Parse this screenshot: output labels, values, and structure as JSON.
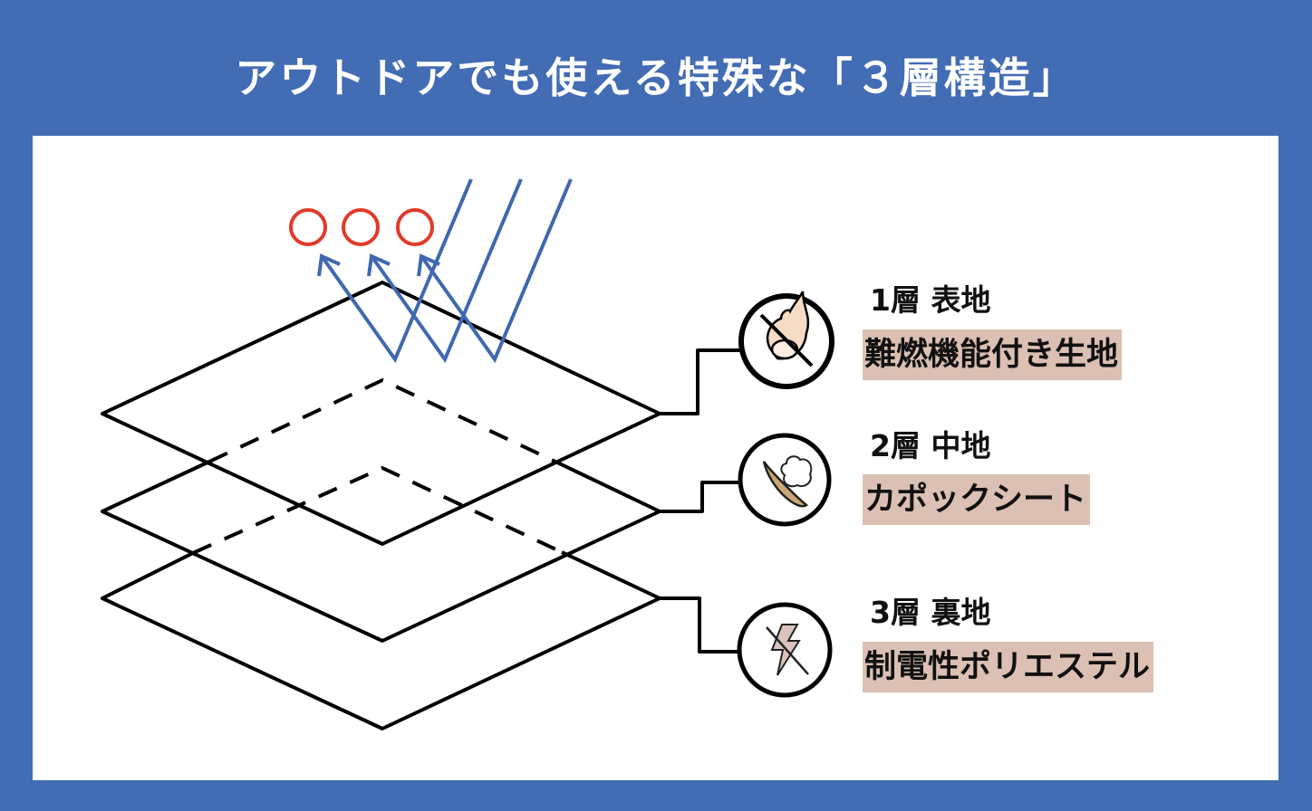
{
  "title": "アウトドアでも使える特殊な「３層構造」",
  "colors": {
    "background": "#426cb4",
    "arrow": "#4068b0",
    "circle_mark": "#e03a2a",
    "label_highlight": "#dcc0b3"
  },
  "layers": [
    {
      "title": "1層 表地",
      "material": "難燃機能付き生地",
      "icon": "no-fire-icon"
    },
    {
      "title": "2層 中地",
      "material": "カポックシート",
      "icon": "kapok-icon"
    },
    {
      "title": "3層 裏地",
      "material": "制電性ポリエステル",
      "icon": "no-static-icon"
    }
  ]
}
